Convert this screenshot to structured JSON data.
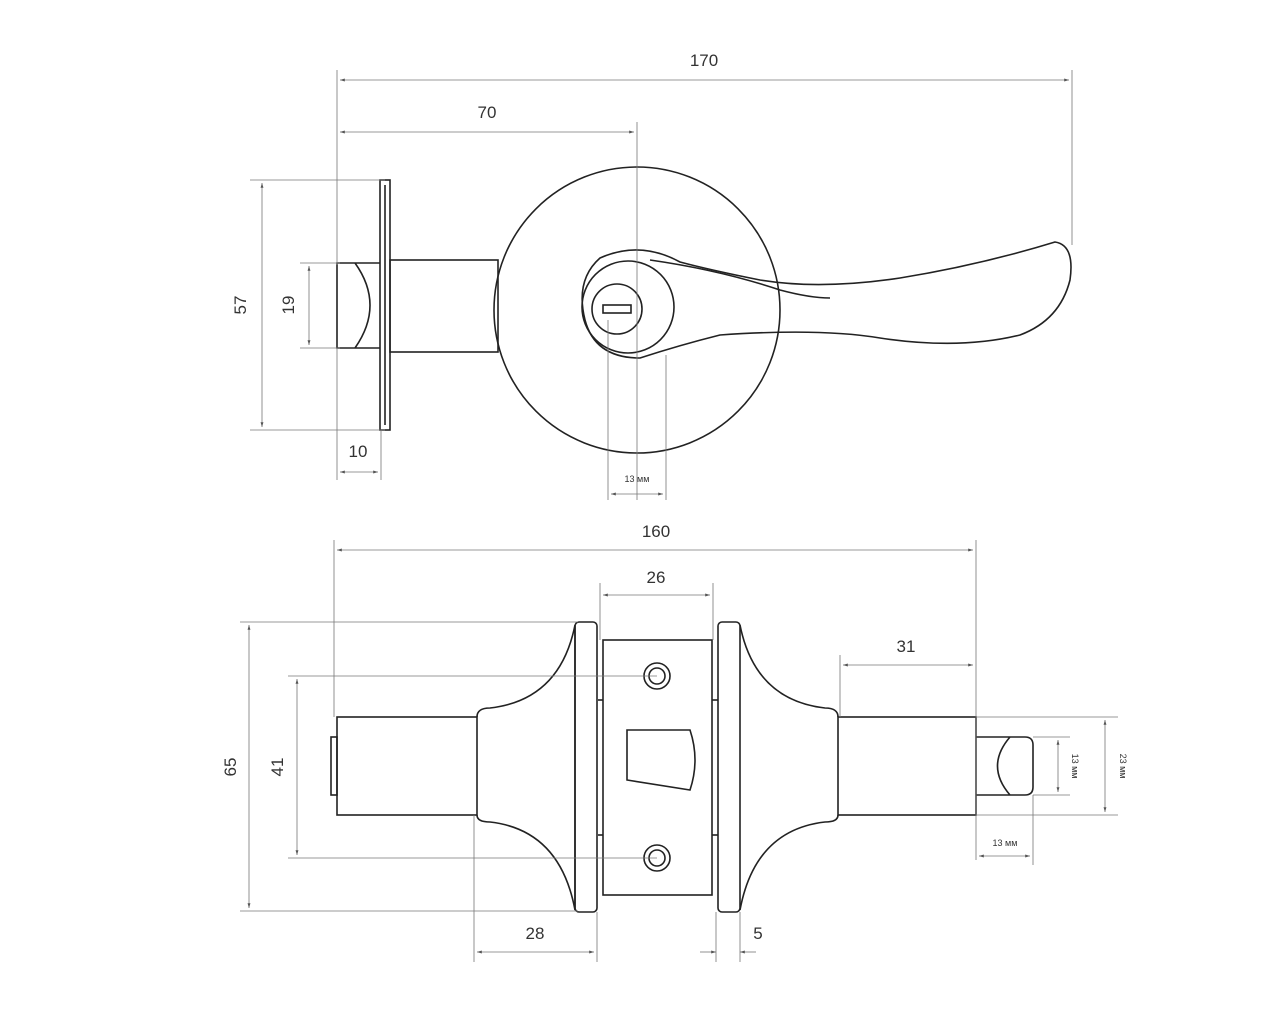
{
  "top_view": {
    "dims": {
      "overall_length": "170",
      "to_center": "70",
      "plate_height": "57",
      "bolt_height": "19",
      "bolt_projection": "10",
      "key_width": "13 мм"
    }
  },
  "bottom_view": {
    "dims": {
      "overall_length": "160",
      "faceplate_width": "26",
      "spindle_length": "31",
      "rose_diameter": "65",
      "hole_spacing": "41",
      "tail_height": "13 мм",
      "spindle_height": "23 мм",
      "tail_length": "13 мм",
      "backset_part": "28",
      "rose_gap": "5"
    }
  }
}
